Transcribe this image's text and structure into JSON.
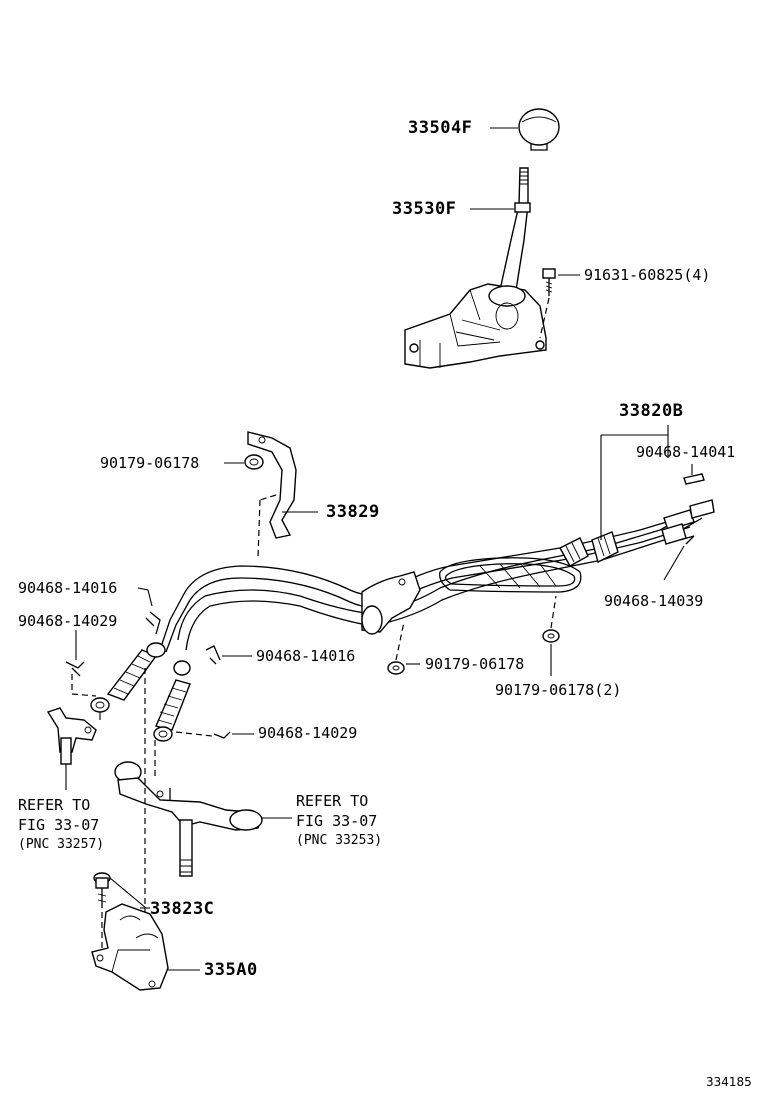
{
  "labels": {
    "p33504f": "33504F",
    "p33530f": "33530F",
    "p91631": "91631-60825(4)",
    "p33820b": "33820B",
    "p90468_14041": "90468-14041",
    "p90179_top": "90179-06178",
    "p33829": "33829",
    "p90468_14016_left": "90468-14016",
    "p90468_14029_left": "90468-14029",
    "p90468_14016_mid": "90468-14016",
    "p90179_mid": "90179-06178",
    "p90468_14039": "90468-14039",
    "p90179_right": "90179-06178(2)",
    "p90468_14029_mid": "90468-14029",
    "p33823c": "33823C",
    "p335a0": "335A0"
  },
  "references": {
    "left": {
      "line1": "REFER TO",
      "line2": "FIG 33-07",
      "line3": "(PNC 33257)"
    },
    "right": {
      "line1": "REFER TO",
      "line2": "FIG 33-07",
      "line3": "(PNC 33253)"
    }
  },
  "figure_number": "334185"
}
